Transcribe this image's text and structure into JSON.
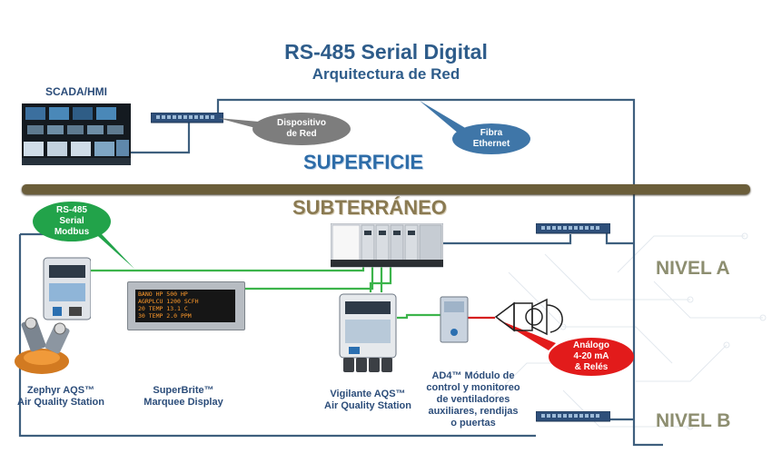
{
  "title": "RS-485 Serial Digital",
  "subtitle": "Arquitectura de Red",
  "scada_label": "SCADA/HMI",
  "surface_label": "SUPERFICIE",
  "underground_label": "SUBTERRÁNEO",
  "level_a": "NIVEL A",
  "level_b": "NIVEL B",
  "bubbles": {
    "device": "Dispositivo\nde Red",
    "fiber": "Fibra\nEthernet",
    "rs485": "RS-485\nSerial\nModbus",
    "analog": "Análogo\n4-20 mA\n& Relés"
  },
  "devices": {
    "zephyr": "Zephyr AQS™\nAir Quality Station",
    "superbrite": "SuperBrite™\nMarquee Display",
    "vigilante": "Vigilante AQS™\nAir Quality Station",
    "ad4": "AD4™ Módulo de\ncontrol y monitoreo\nde ventiladores\nauxiliares, rendijas\no puertas"
  },
  "marquee_lines": [
    "BANO HP  500 HP",
    "AGRPLCU  1200 SCFH",
    "20 TEMP  13.1 C",
    "30 TEMP  2.0 PPM"
  ],
  "colors": {
    "fiber": "#3e5f7e",
    "serial": "#3cb44b",
    "analog": "#d62020",
    "divider": "#6b5e3a",
    "title": "#2e5c8a",
    "bubble_gray": "#7d7d7d",
    "bubble_blue": "#3f76a8",
    "bubble_green": "#22a34a",
    "bubble_red": "#e21b1b"
  }
}
